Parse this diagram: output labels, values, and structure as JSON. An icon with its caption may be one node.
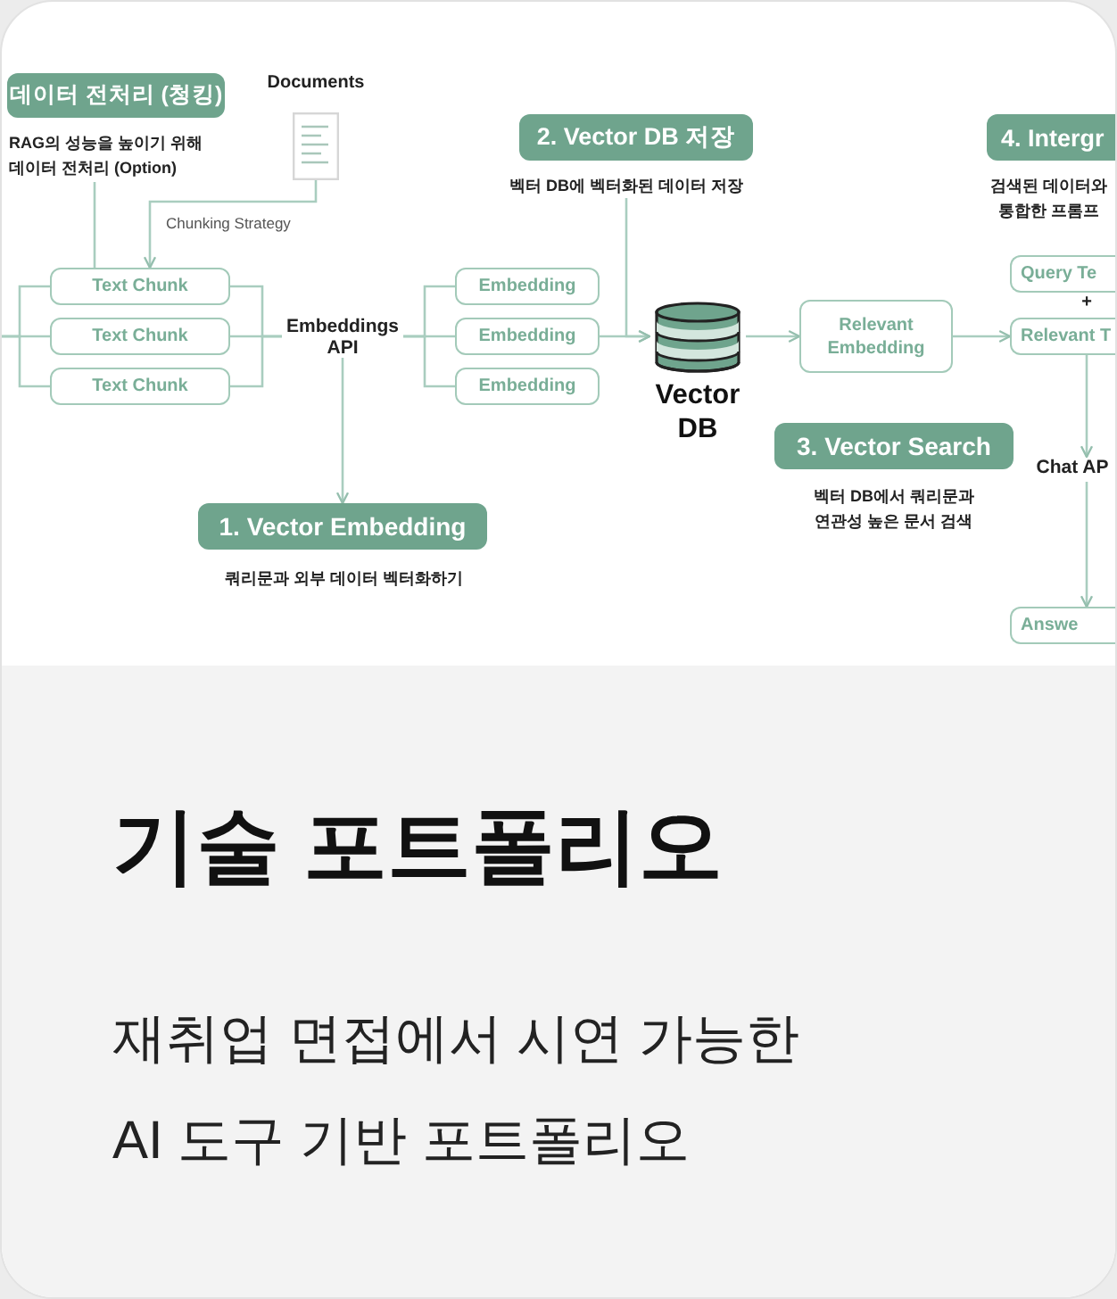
{
  "diagram": {
    "title": "기술 포트폴리오",
    "caption": "재취업 면접에서 시연 가능한 AI 도구 기반 포트폴리오",
    "nodes": [
      {
        "text": [
          "데이터 전처리 (청킹)"
        ]
      },
      {
        "text": [
          "RAG의 성능을 높이기 위해 데이터 전처리 (Option)"
        ]
      },
      {
        "text": [
          "Documents"
        ]
      },
      {
        "text": [
          "2. Vector DB 저장"
        ]
      },
      {
        "text": [
          "벡터 DB에 벡터화된 데이터 저장"
        ]
      },
      {
        "text": [
          "4. Intergr"
        ],
        "beside": [
          "검색된 데이터와 통합한 프롬프"
        ]
      },
      {
        "text": [
          "Query Te"
        ]
      },
      {
        "text": [
          "Text Chunk"
        ]
      },
      {
        "text": [
          "Text Chunk"
        ]
      },
      {
        "text": [
          "Text Chunk"
        ]
      },
      {
        "text": [
          "Embeddings API"
        ]
      },
      {
        "text": [
          "Embedding"
        ]
      },
      {
        "text": [
          "Embedding"
        ]
      },
      {
        "text": [
          "Embedding"
        ]
      },
      {
        "text": [
          "Vector DB"
        ]
      },
      {
        "text": [
          "Relevant Embedding"
        ]
      },
      {
        "text": [
          "Relevant T"
        ]
      },
      {
        "text": [
          "Chat AP"
        ]
      },
      {
        "text": [
          "1. Vector Embedding"
        ],
        "beside": [
          "쿼리문과 외부 데이터 벡터화하기"
        ]
      },
      {
        "text": [
          "3. Vector Search"
        ],
        "beside": [
          "벡터 DB에서 쿼리문과 연관성 높은 문서 검색"
        ]
      },
      {
        "text": [
          "Answe"
        ]
      }
    ],
    "edges": [
      {
        "from": null,
        "to": 7,
        "arrow": "none"
      },
      {
        "from": null,
        "to": 8,
        "arrow": "none"
      },
      {
        "from": null,
        "to": 9,
        "arrow": "none"
      },
      {
        "from": 1,
        "to": 7,
        "arrow": "none"
      },
      {
        "from": 2,
        "to": 7,
        "arrow": "to",
        "label": "Chunking Strategy"
      },
      {
        "from": 7,
        "to": 10,
        "arrow": "none"
      },
      {
        "from": 8,
        "to": 10,
        "arrow": "none"
      },
      {
        "from": 9,
        "to": 10,
        "arrow": "none"
      },
      {
        "from": 10,
        "to": 18,
        "arrow": "to"
      },
      {
        "from": 10,
        "to": 11,
        "arrow": "none"
      },
      {
        "from": 10,
        "to": 12,
        "arrow": "none"
      },
      {
        "from": 10,
        "to": 13,
        "arrow": "none"
      },
      {
        "from": 12,
        "to": 14,
        "arrow": "to"
      },
      {
        "from": 4,
        "to": 14,
        "arrow": "to"
      },
      {
        "from": 14,
        "to": 15,
        "arrow": "to"
      },
      {
        "from": 15,
        "to": 16,
        "arrow": "to"
      },
      {
        "from": 16,
        "to": 17,
        "arrow": "to"
      },
      {
        "from": 17,
        "to": 20,
        "arrow": "to"
      }
    ],
    "labels": [
      "+"
    ]
  }
}
